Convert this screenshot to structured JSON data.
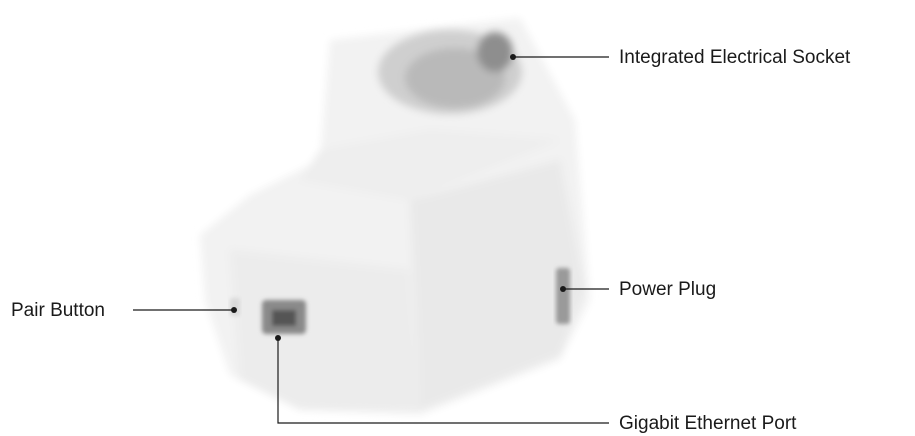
{
  "callouts": {
    "socket": "Integrated Electrical Socket",
    "plug": "Power Plug",
    "pair": "Pair Button",
    "port": "Gigabit Ethernet Port"
  },
  "colors": {
    "body_light": "#f4f4f4",
    "body_mid": "#e6e6e6",
    "socket_dark": "#8e8e8e",
    "leader_line": "#1a1a1a"
  },
  "icons": {
    "device": "powerline-adapter-illustration"
  }
}
